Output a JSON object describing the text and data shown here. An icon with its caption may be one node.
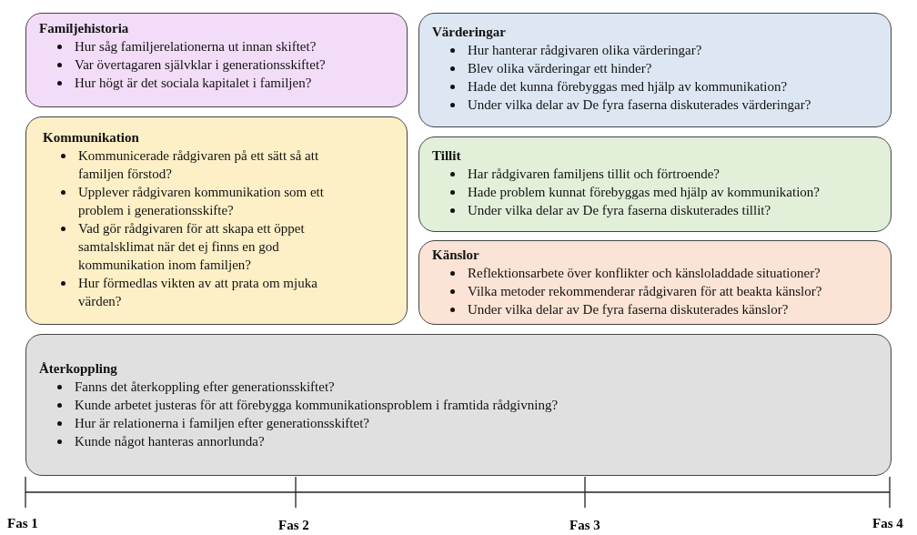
{
  "diagram": {
    "nodes": [
      {
        "text": [
          "Familjehistoria",
          "Hur såg familjerelationerna ut innan skiftet?",
          "Var övertagaren självklar i generationsskiftet?",
          "Hur högt är det sociala kapitalet i familjen?"
        ]
      },
      {
        "text": [
          "Kommunikation",
          "Kommunicerade rådgivaren på ett sätt så att familjen förstod?",
          "Upplever rådgivaren kommunikation som ett problem i generationsskifte?",
          "Vad gör rådgivaren för att skapa ett öppet samtalsklimat när det ej finns en god kommunikation inom familjen?",
          "Hur förmedlas vikten av att prata om mjuka värden?"
        ]
      },
      {
        "text": [
          "Värderingar",
          "Hur hanterar rådgivaren olika värderingar?",
          "Blev olika värderingar ett hinder?",
          "Hade det kunna förebyggas med hjälp av kommunikation?",
          "Under vilka delar av De fyra faserna diskuterades värderingar?"
        ]
      },
      {
        "text": [
          "Tillit",
          "Har rådgivaren familjens tillit och förtroende?",
          "Hade problem kunnat förebyggas med hjälp av kommunikation?",
          "Under vilka delar av De fyra faserna diskuterades tillit?"
        ]
      },
      {
        "text": [
          "Känslor",
          "Reflektionsarbete över konflikter och känsloladdade situationer?",
          "Vilka metoder rekommenderar rådgivaren för att beakta känslor?",
          "Under vilka delar av De fyra faserna diskuterades känslor?"
        ]
      },
      {
        "text": [
          "Återkoppling",
          "Fanns det återkoppling efter generationsskiftet?",
          "Kunde arbetet justeras för att förebygga kommunikationsproblem i framtida rådgivning?",
          "Hur är relationerna i familjen efter generationsskiftet?",
          "Kunde något hanteras annorlunda?"
        ]
      }
    ],
    "edges": [],
    "labels": [
      "Fas 1",
      "Fas 2",
      "Fas 3",
      "Fas 4"
    ]
  }
}
